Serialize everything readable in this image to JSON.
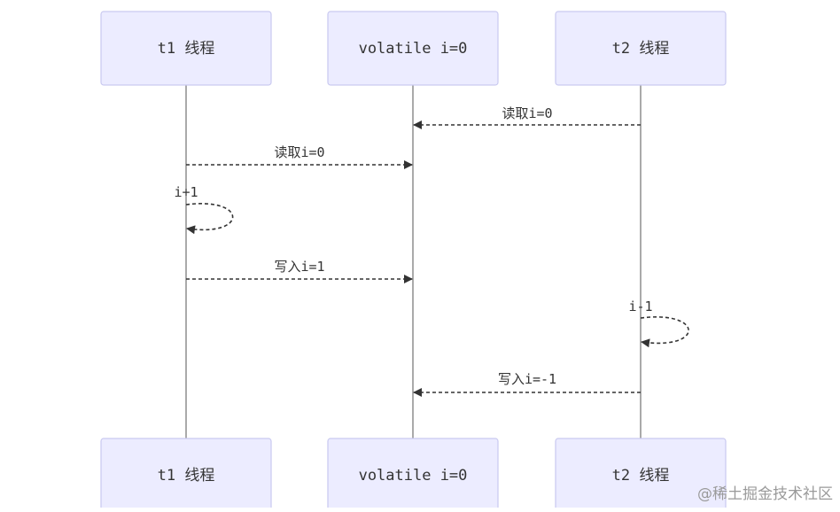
{
  "participants": [
    {
      "id": "t1",
      "label": "t1 线程"
    },
    {
      "id": "v",
      "label": "volatile i=0"
    },
    {
      "id": "t2",
      "label": "t2 线程"
    }
  ],
  "messages": [
    {
      "from": "t2",
      "to": "v",
      "label": "读取i=0"
    },
    {
      "from": "t1",
      "to": "v",
      "label": "读取i=0"
    },
    {
      "from": "t1",
      "to": "t1",
      "label": "i+1"
    },
    {
      "from": "t1",
      "to": "v",
      "label": "写入i=1"
    },
    {
      "from": "t2",
      "to": "t2",
      "label": "i-1"
    },
    {
      "from": "t2",
      "to": "v",
      "label": "写入i=-1"
    }
  ],
  "watermark": "@稀土掘金技术社区"
}
